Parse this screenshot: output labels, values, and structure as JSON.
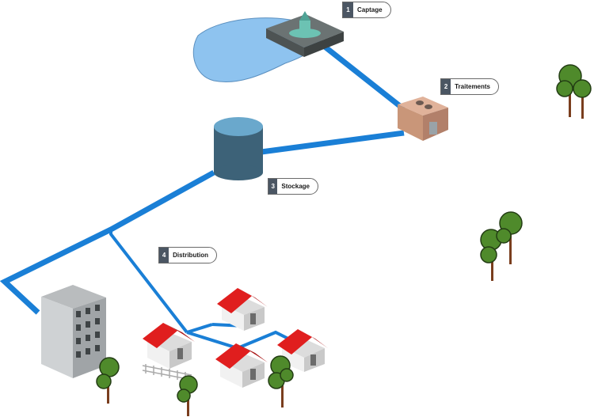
{
  "labels": {
    "captage": {
      "number": "1",
      "text": "Captage"
    },
    "traitements": {
      "number": "2",
      "text": "Traitements"
    },
    "stockage": {
      "number": "3",
      "text": "Stockage"
    },
    "distribution": {
      "number": "4",
      "text": "Distribution"
    }
  },
  "colors": {
    "pipe": "#1a7fd6",
    "lake": "#8ec3ef",
    "roof": "#e01e1e",
    "tank_body": "#3d6278",
    "tank_top": "#6aa8cc",
    "treatment": "#d4a187",
    "tree_green": "#4f8a2b",
    "trunk": "#7a3e1e"
  }
}
